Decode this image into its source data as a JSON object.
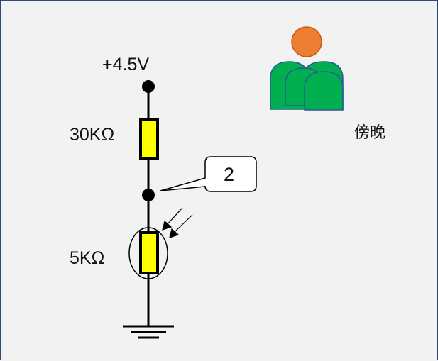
{
  "labels": {
    "voltage": "+4.5V",
    "r1": "30KΩ",
    "r2": "5KΩ",
    "callout": "2",
    "person_caption": "傍晚"
  },
  "colors": {
    "resistor_fill": "#ffff00",
    "person_head": "#ed7d31",
    "person_body": "#00b050",
    "person_outline": "#2f5597"
  }
}
